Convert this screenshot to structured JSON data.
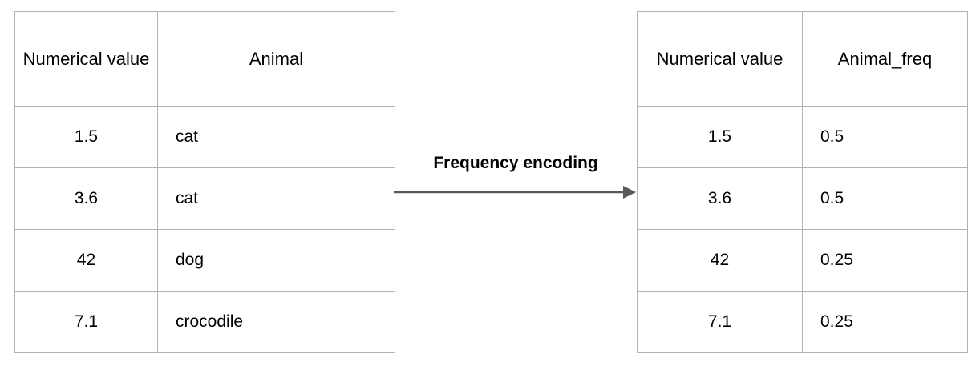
{
  "diagram": {
    "title_label": "Frequency encoding",
    "colors": {
      "border": "#b3b3b3",
      "text": "#000000",
      "arrow": "#595959",
      "background": "#ffffff"
    }
  },
  "source_table": {
    "name": "original-data-table",
    "columns": [
      {
        "key": "numerical_value",
        "header": "Numerical value",
        "align": "center"
      },
      {
        "key": "animal",
        "header": "Animal",
        "align": "left"
      }
    ],
    "rows": [
      {
        "numerical_value": "1.5",
        "animal": "cat"
      },
      {
        "numerical_value": "3.6",
        "animal": "cat"
      },
      {
        "numerical_value": "42",
        "animal": "dog"
      },
      {
        "numerical_value": "7.1",
        "animal": "crocodile"
      }
    ]
  },
  "encoded_table": {
    "name": "frequency-encoded-table",
    "columns": [
      {
        "key": "numerical_value",
        "header": "Numerical value",
        "align": "center"
      },
      {
        "key": "animal_freq",
        "header": "Animal_freq",
        "align": "left"
      }
    ],
    "rows": [
      {
        "numerical_value": "1.5",
        "animal_freq": "0.5"
      },
      {
        "numerical_value": "3.6",
        "animal_freq": "0.5"
      },
      {
        "numerical_value": "42",
        "animal_freq": "0.25"
      },
      {
        "numerical_value": "7.1",
        "animal_freq": "0.25"
      }
    ]
  },
  "arrow": {
    "name": "transform-arrow",
    "icon": "arrow-right-icon",
    "label": "Frequency encoding"
  }
}
